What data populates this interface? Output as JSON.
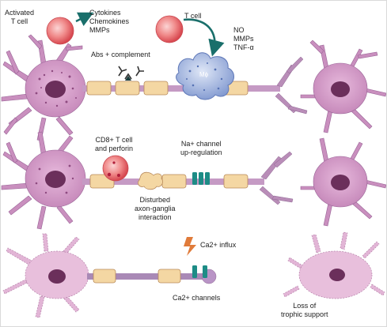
{
  "panel1": {
    "activated_tcell": [
      "Activated",
      "T cell"
    ],
    "secreted": [
      "Cytokines",
      "Chemokines",
      "MMPs"
    ],
    "abs_complement": "Abs + complement",
    "tcell": "T cell",
    "macrophage": "Mϕ",
    "macrophage_products": [
      "NO",
      "MMPs",
      "TNF-α"
    ]
  },
  "panel2": {
    "cd8": [
      "CD8+ T cell",
      "and perforin"
    ],
    "na_channel": [
      "Na+ channel",
      "up-regulation"
    ],
    "disturbed": [
      "Disturbed",
      "axon-ganglia",
      "interaction"
    ]
  },
  "panel3": {
    "ca_influx": "Ca2+ influx",
    "ca_channels": "Ca2+ channels",
    "loss": [
      "Loss of",
      "trophic support"
    ]
  },
  "colors": {
    "neuron_fill": "#cf9ac4",
    "neuron_dark": "#b77fb0",
    "nucleus": "#6b2f5b",
    "myelin": "#f4d7a3",
    "myelin_stroke": "#b8895a",
    "tcell": "#e25c62",
    "macrophage": "#9db1dc",
    "channel": "#1d8c86",
    "arrow": "#1a6f6b",
    "lightning": "#e07b3a",
    "axon": "#a989b6"
  }
}
